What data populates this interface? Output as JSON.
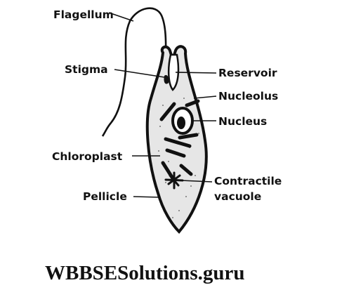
{
  "labels": {
    "flagellum": "Flagellum",
    "stigma": "Stigma",
    "reservoir": "Reservoir",
    "nucleolus": "Nucleolus",
    "nucleus": "Nucleus",
    "chloroplast": "Chloroplast",
    "contractile_line1": "Contractile",
    "contractile_line2": "vacuole",
    "pellicle": "Pellicle"
  },
  "watermark": "WBBSESolutions.guru",
  "colors": {
    "ink": "#111111",
    "cell_fill": "#e6e6e6",
    "background": "#ffffff"
  }
}
